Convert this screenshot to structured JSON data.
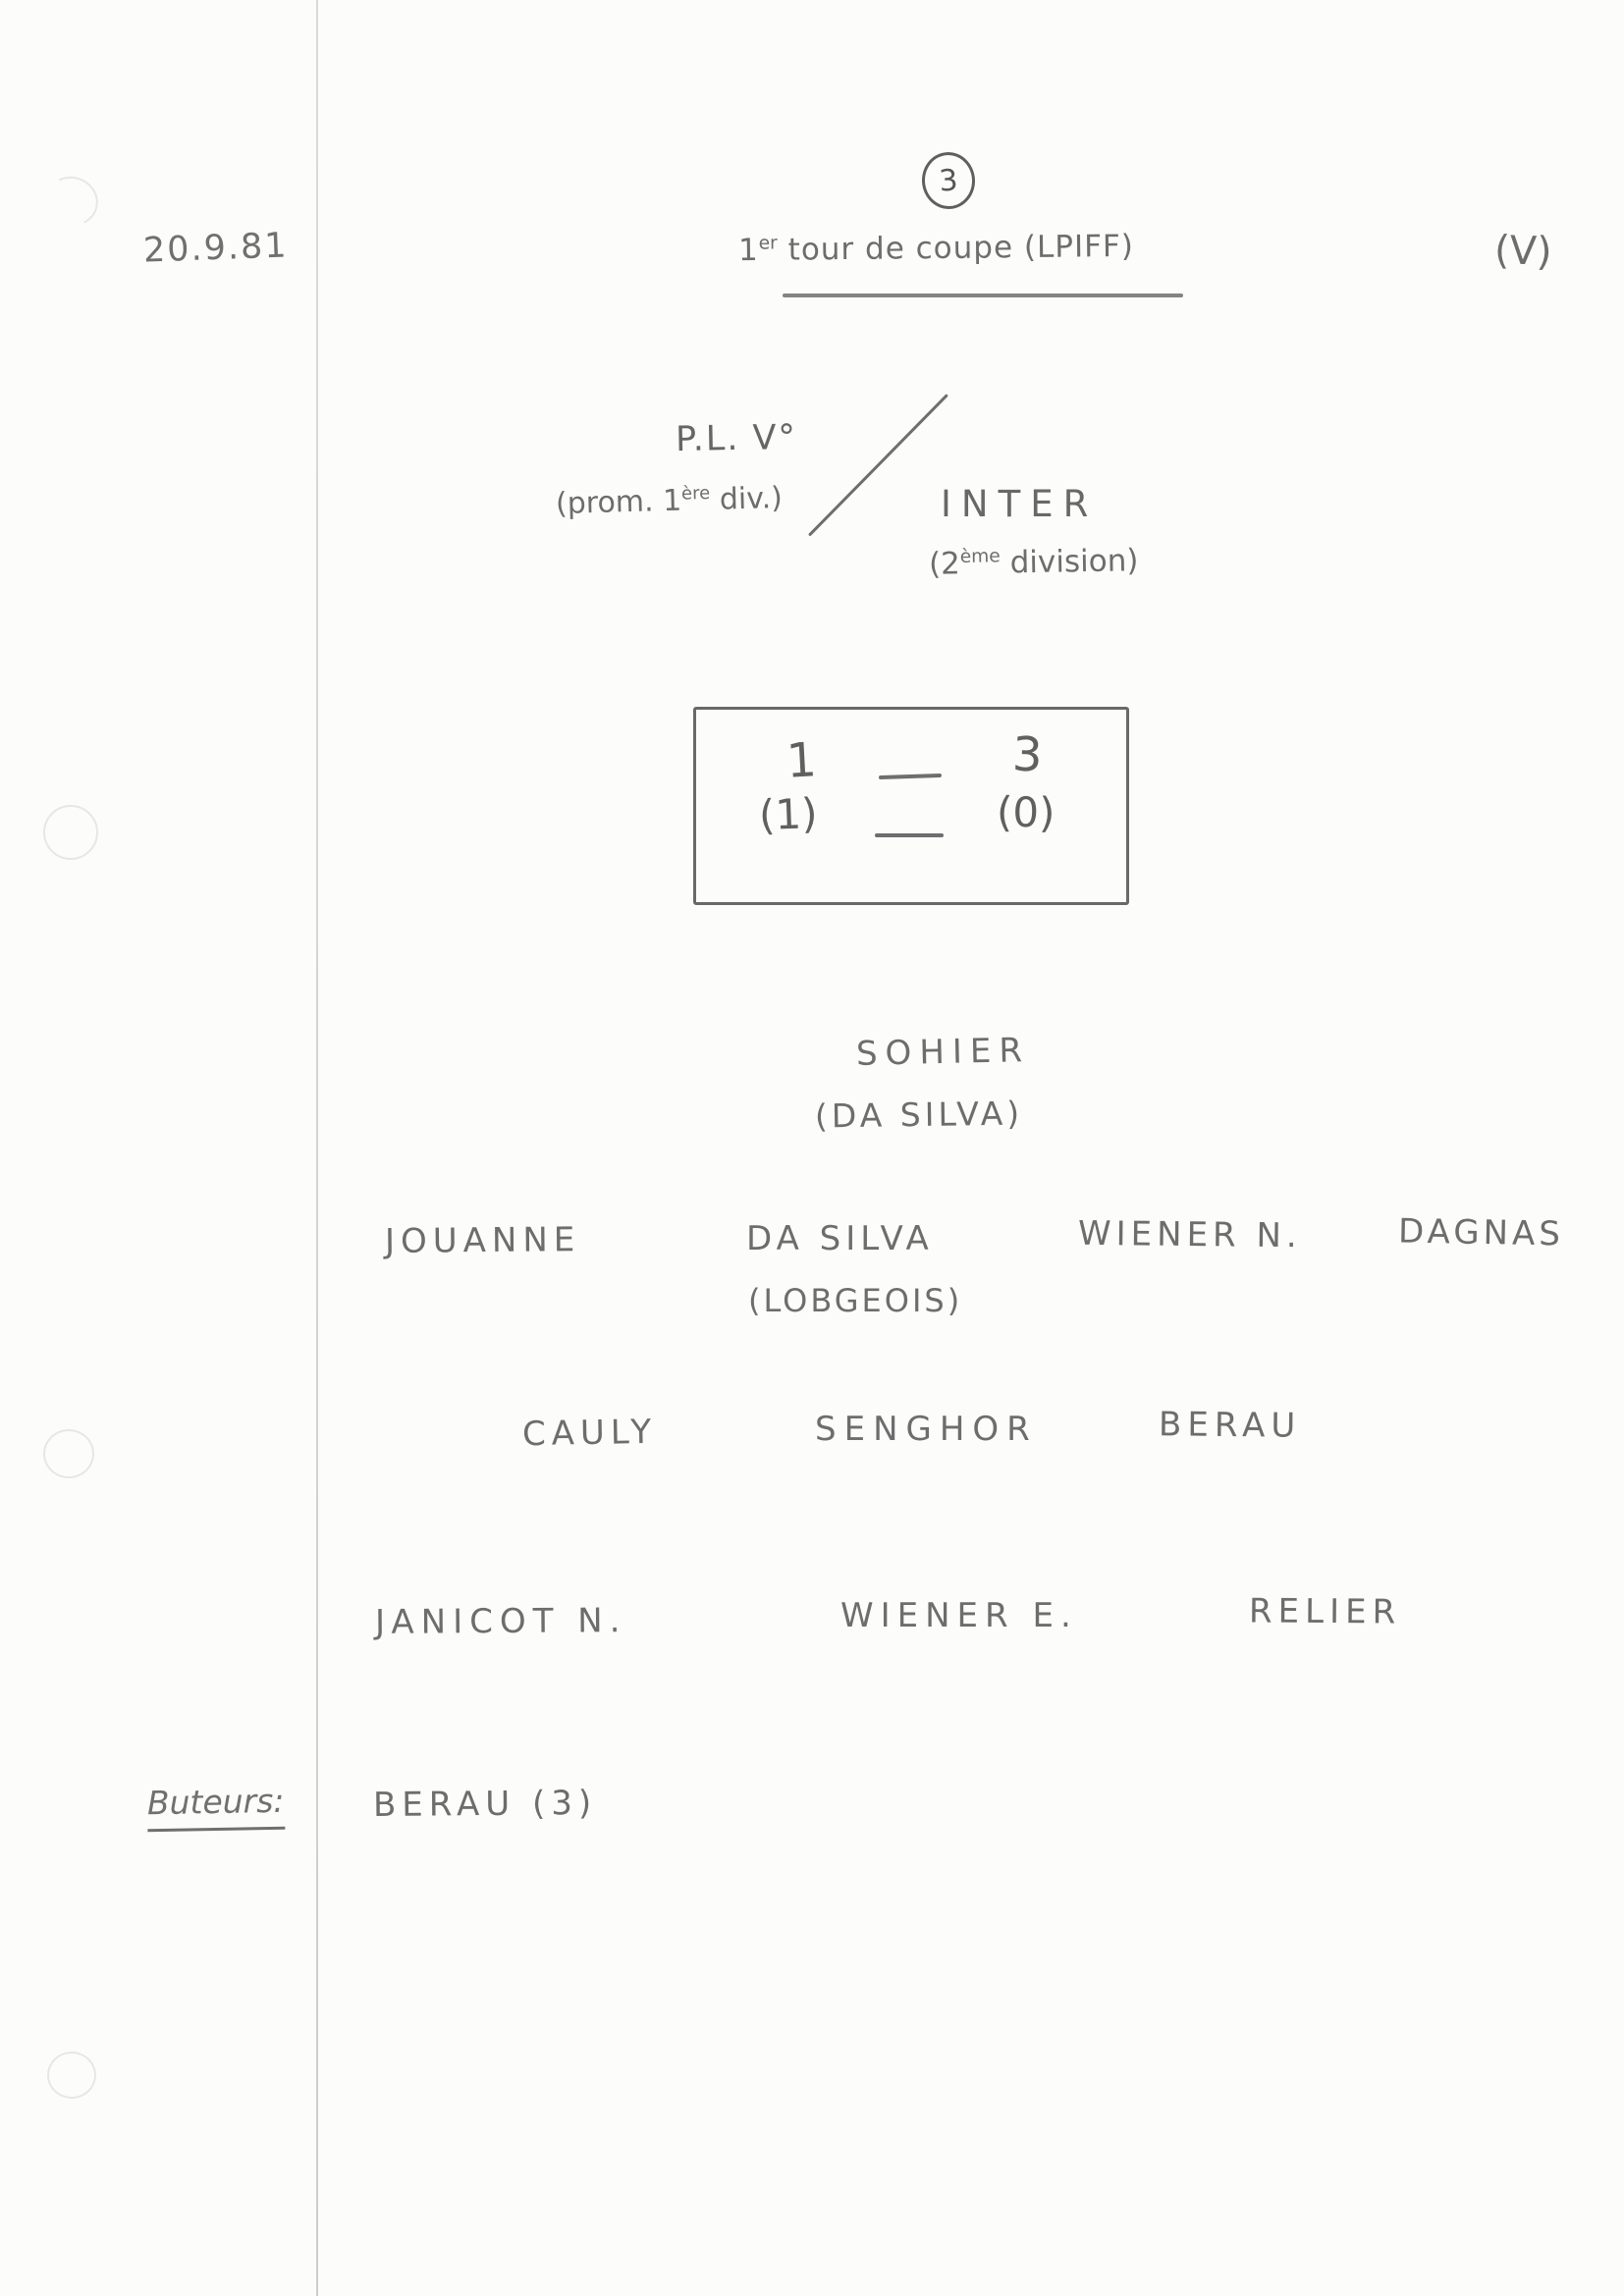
{
  "page": {
    "page_number": "3",
    "date": "20.9.81",
    "result_letter": "(V)"
  },
  "header": {
    "title_num": "1",
    "title_sup": "er",
    "title_rest": " tour de coupe (LPIFF)"
  },
  "match": {
    "home_team": "P.L. V°",
    "home_note_pre": "(prom. 1",
    "home_note_sup": "ère",
    "home_note_post": " div.)",
    "away_team": "INTER",
    "away_note_pre": "(2",
    "away_note_sup": "ème",
    "away_note_post": " division)",
    "score_home": "1",
    "score_away": "3",
    "halftime_home": "(1)",
    "halftime_away": "(0)"
  },
  "lineup": {
    "goalkeeper": "SOHIER",
    "goalkeeper_sub": "(DA SILVA)",
    "defenders": [
      "JOUANNE",
      "DA SILVA",
      "WIENER N.",
      "DAGNAS"
    ],
    "defender_sub": "(LOBGEOIS)",
    "midfielders": [
      "CAULY",
      "SENGHOR",
      "BERAU"
    ],
    "forwards": [
      "JANICOT N.",
      "WIENER E.",
      "RELIER"
    ]
  },
  "scorers": {
    "label": "Buteurs:",
    "value": "BERAU  (3)"
  }
}
